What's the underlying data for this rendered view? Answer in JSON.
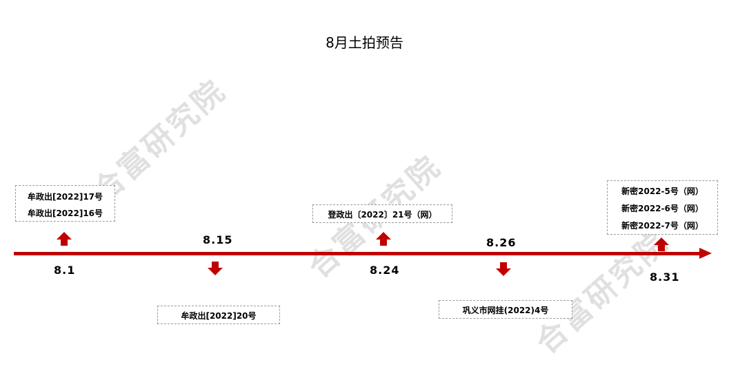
{
  "title": "8月土拍预告",
  "watermark": "合富研究院",
  "colors": {
    "axis": "#c00000",
    "arrow": "#c00000",
    "box_border": "#999999"
  },
  "events": [
    {
      "date": "8.1",
      "direction": "up",
      "lots": [
        "牟政出[2022]17号",
        "牟政出[2022]16号"
      ]
    },
    {
      "date": "8.15",
      "direction": "down",
      "lots": [
        "牟政出[2022]20号"
      ]
    },
    {
      "date": "8.24",
      "direction": "up",
      "lots": [
        "登政出〔2022〕21号（网）"
      ]
    },
    {
      "date": "8.26",
      "direction": "down",
      "lots": [
        "巩义市网挂(2022)4号"
      ]
    },
    {
      "date": "8.31",
      "direction": "up",
      "lots": [
        "新密2022-5号（网）",
        "新密2022-6号（网）",
        "新密2022-7号（网）"
      ]
    }
  ]
}
